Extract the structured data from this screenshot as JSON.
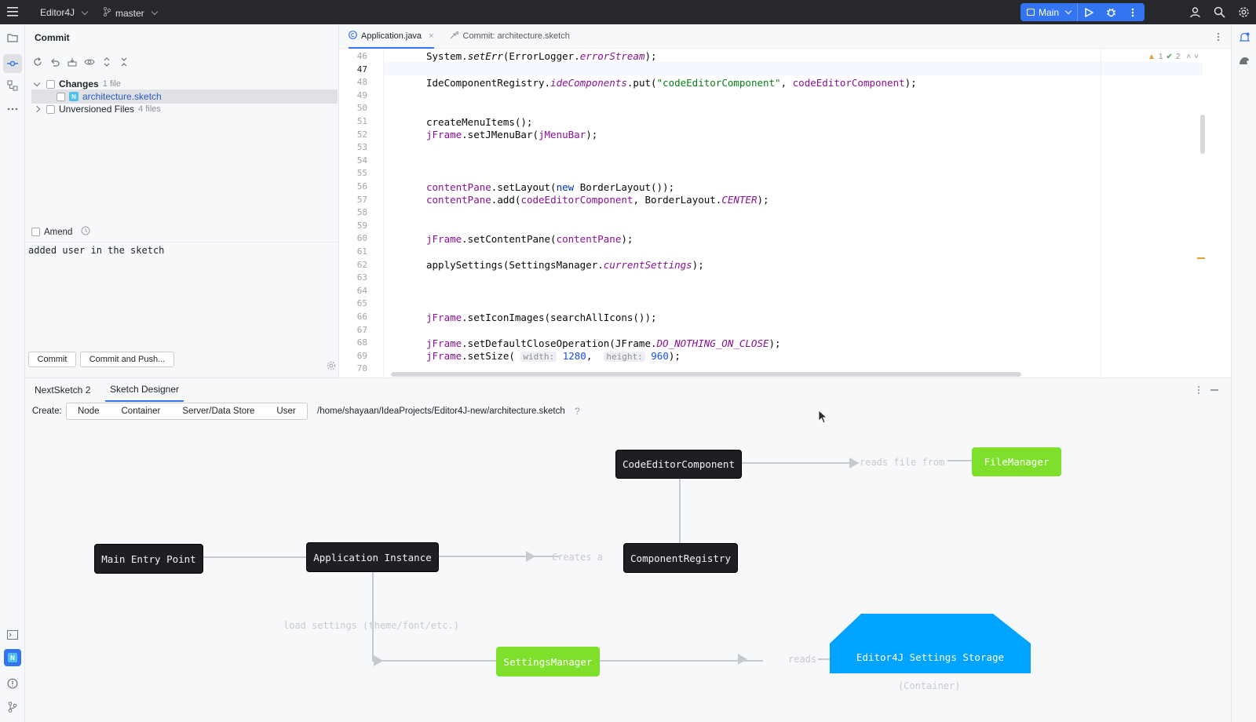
{
  "topbar": {
    "project": "Editor4J",
    "branch": "master",
    "run_config": "Main"
  },
  "commit_panel": {
    "title": "Commit",
    "changes_label": "Changes",
    "changes_count": "1 file",
    "changed_file": "architecture.sketch",
    "file_badge": "N",
    "unversioned_label": "Unversioned Files",
    "unversioned_count": "4 files",
    "amend_label": "Amend",
    "commit_message": "added user in the sketch",
    "commit_button": "Commit",
    "commit_push_button": "Commit and Push..."
  },
  "editor": {
    "tabs": [
      {
        "label": "Application.java",
        "icon": "java-class-icon"
      },
      {
        "label": "Commit: architecture.sketch",
        "icon": "commit-diff-icon"
      }
    ],
    "inspections": {
      "warnings": "1",
      "ok": "2"
    },
    "line_numbers": [
      "46",
      "47",
      "48",
      "49",
      "50",
      "51",
      "52",
      "53",
      "54",
      "55",
      "56",
      "57",
      "58",
      "59",
      "60",
      "61",
      "62",
      "63",
      "64",
      "65",
      "66",
      "67",
      "68",
      "69",
      "70"
    ],
    "hints": {
      "width_label": "width:",
      "width_value": "1280",
      "height_label": "height:",
      "height_value": "960"
    }
  },
  "designer": {
    "tabs": [
      "NextSketch 2",
      "Sketch Designer"
    ],
    "create_label": "Create:",
    "create_buttons": [
      "Node",
      "Container",
      "Server/Data Store",
      "User"
    ],
    "file_path": "/home/shayaan/IdeaProjects/Editor4J-new/architecture.sketch",
    "help": "?",
    "nodes": {
      "main_entry": "Main Entry Point",
      "app_instance": "Application Instance",
      "code_editor": "CodeEditorComponent",
      "registry": "ComponentRegistry",
      "file_manager": "FileManager",
      "settings_manager": "SettingsManager",
      "storage": "Editor4J Settings Storage",
      "storage_sub": "(Container)"
    },
    "edges": {
      "creates": "Creates a",
      "reads_file": "reads file from",
      "load_settings": "load settings (theme/font/etc.)",
      "reads": "reads"
    },
    "colors": {
      "green": "#7fe02b",
      "storage_blue": "#00a3ff",
      "dark_node": "#1e1f22"
    }
  }
}
